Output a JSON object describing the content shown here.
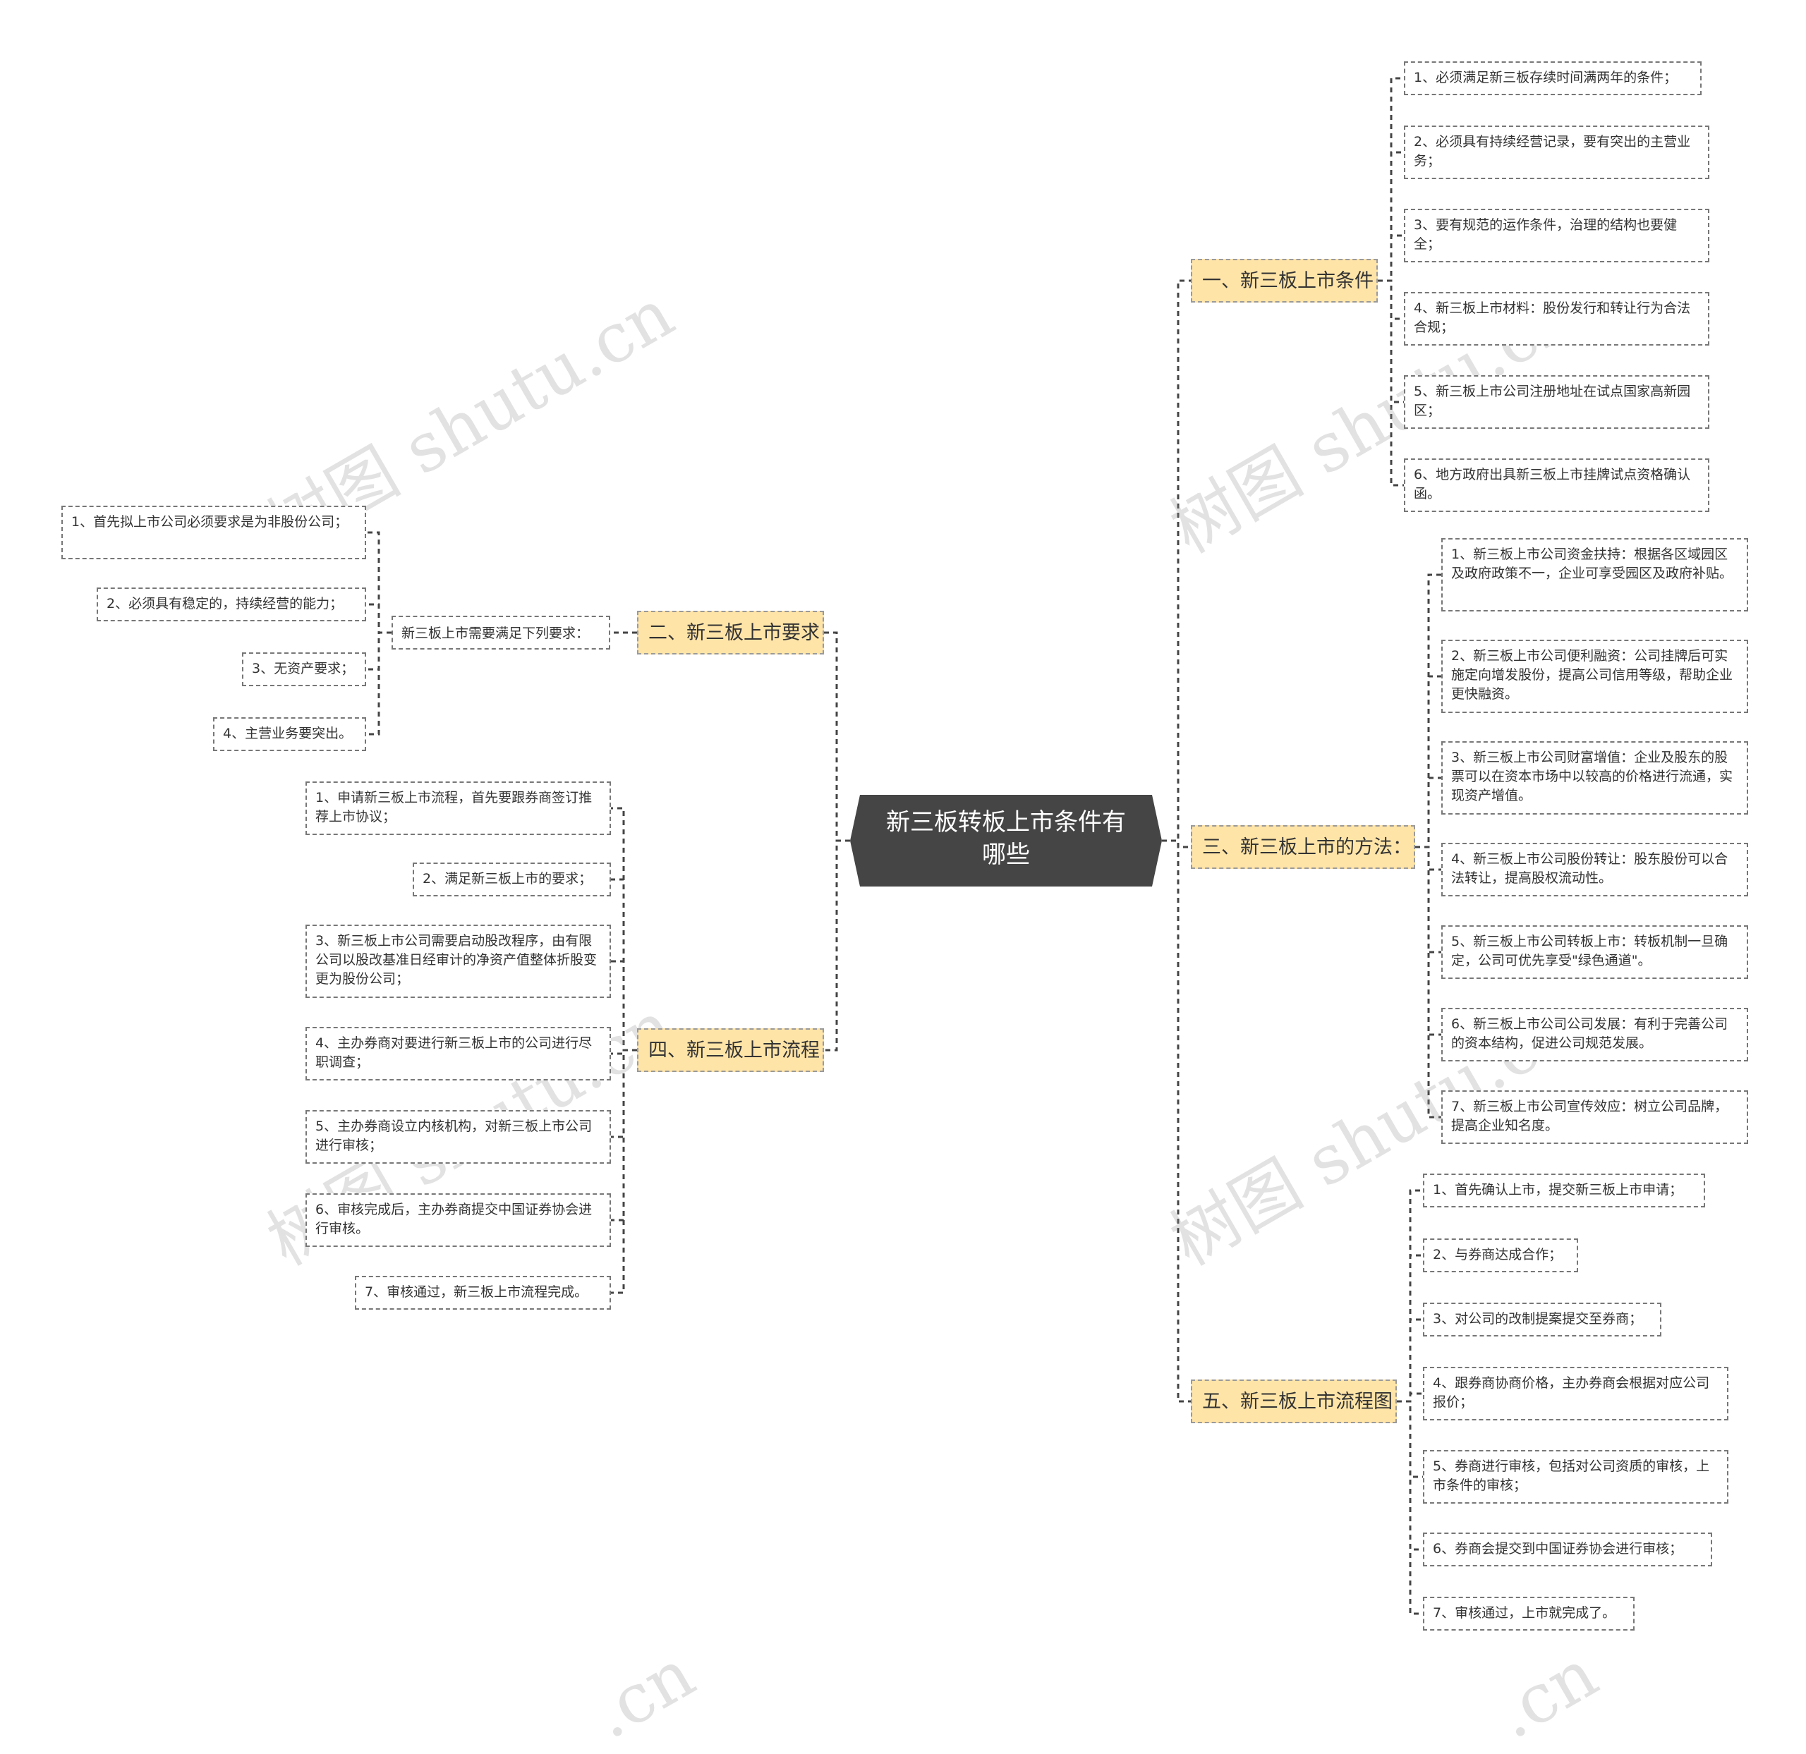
{
  "root": {
    "title": "新三板转板上市条件有哪些"
  },
  "watermark": "树图 shutu.cn",
  "watermark_fragment": ".cn",
  "branches": {
    "b1": {
      "label": "一、新三板上市条件",
      "items": [
        "1、必须满足新三板存续时间满两年的条件；",
        "2、必须具有持续经营记录，要有突出的主营业务；",
        "3、要有规范的运作条件，治理的结构也要健全；",
        "4、新三板上市材料：股份发行和转让行为合法合规；",
        "5、新三板上市公司注册地址在试点国家高新园区；",
        "6、地方政府出具新三板上市挂牌试点资格确认函。"
      ]
    },
    "b2": {
      "label": "二、新三板上市要求",
      "mid": "新三板上市需要满足下列要求：",
      "items": [
        "1、首先拟上市公司必须要求是为非股份公司；",
        "2、必须具有稳定的，持续经营的能力；",
        "3、无资产要求；",
        "4、主营业务要突出。"
      ]
    },
    "b3": {
      "label": "三、新三板上市的方法：",
      "items": [
        "1、新三板上市公司资金扶持：根据各区域园区及政府政策不一，企业可享受园区及政府补贴。",
        "2、新三板上市公司便利融资：公司挂牌后可实施定向增发股份，提高公司信用等级，帮助企业更快融资。",
        "3、新三板上市公司财富增值：企业及股东的股票可以在资本市场中以较高的价格进行流通，实现资产增值。",
        "4、新三板上市公司股份转让：股东股份可以合法转让，提高股权流动性。",
        "5、新三板上市公司转板上市：转板机制一旦确定，公司可优先享受\"绿色通道\"。",
        "6、新三板上市公司公司发展：有利于完善公司的资本结构，促进公司规范发展。",
        "7、新三板上市公司宣传效应：树立公司品牌，提高企业知名度。"
      ]
    },
    "b4": {
      "label": "四、新三板上市流程",
      "items": [
        "1、申请新三板上市流程，首先要跟券商签订推荐上市协议；",
        "2、满足新三板上市的要求；",
        "3、新三板上市公司需要启动股改程序，由有限公司以股改基准日经审计的净资产值整体折股变更为股份公司；",
        "4、主办券商对要进行新三板上市的公司进行尽职调查；",
        "5、主办券商设立内核机构，对新三板上市公司进行审核；",
        "6、审核完成后，主办券商提交中国证券协会进行审核。",
        "7、审核通过，新三板上市流程完成。"
      ]
    },
    "b5": {
      "label": "五、新三板上市流程图",
      "items": [
        "1、首先确认上市，提交新三板上市申请；",
        "2、与券商达成合作；",
        "3、对公司的改制提案提交至券商；",
        "4、跟券商协商价格，主办券商会根据对应公司报价；",
        "5、券商进行审核，包括对公司资质的审核，上市条件的审核；",
        "6、券商会提交到中国证券协会进行审核；",
        "7、审核通过，上市就完成了。"
      ]
    }
  }
}
